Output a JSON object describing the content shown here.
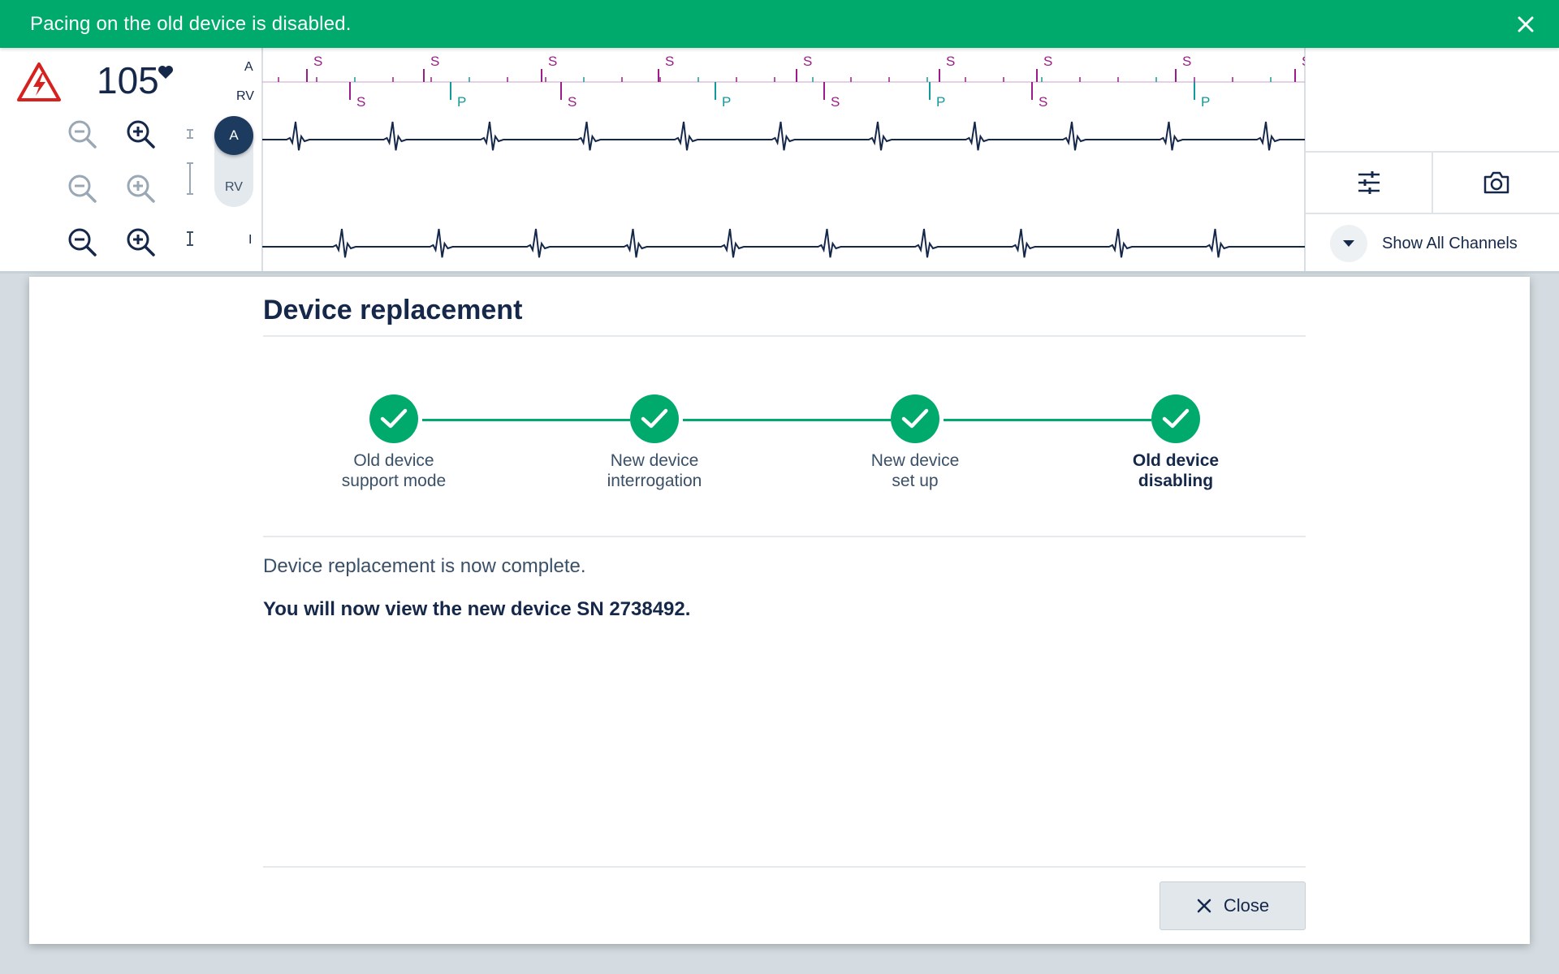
{
  "notification": {
    "text": "Pacing on the old device is disabled.",
    "close_icon": "close-icon"
  },
  "monitor": {
    "heart_rate": "105",
    "channels": {
      "a": "A",
      "rv": "RV",
      "ecg": "I"
    },
    "toggle": {
      "a": "A",
      "rv": "RV"
    },
    "markers": {
      "atrial_top": [
        "S",
        "S",
        "S",
        "S",
        "S",
        "S",
        "S",
        "S"
      ],
      "ventricular_bottom": [
        "S",
        "P",
        "S",
        "P",
        "S",
        "P",
        "S",
        "P"
      ]
    }
  },
  "right_panel": {
    "settings_icon": "sliders-icon",
    "camera_icon": "camera-icon",
    "show_all_channels": "Show All Channels"
  },
  "dialog": {
    "title": "Device replacement",
    "steps": [
      {
        "line1": "Old device",
        "line2": "support mode",
        "completed": true
      },
      {
        "line1": "New device",
        "line2": "interrogation",
        "completed": true
      },
      {
        "line1": "New device",
        "line2": "set up",
        "completed": true
      },
      {
        "line1": "Old device",
        "line2": "disabling",
        "completed": true,
        "active": true
      }
    ],
    "message": "Device replacement is now complete.",
    "new_device_message": "You will now view the new device SN 2738492.",
    "close_label": "Close"
  },
  "colors": {
    "accent_green": "#00a96c",
    "navy": "#15284a",
    "marker_purple": "#9b1d8a",
    "marker_teal": "#129a9a"
  }
}
